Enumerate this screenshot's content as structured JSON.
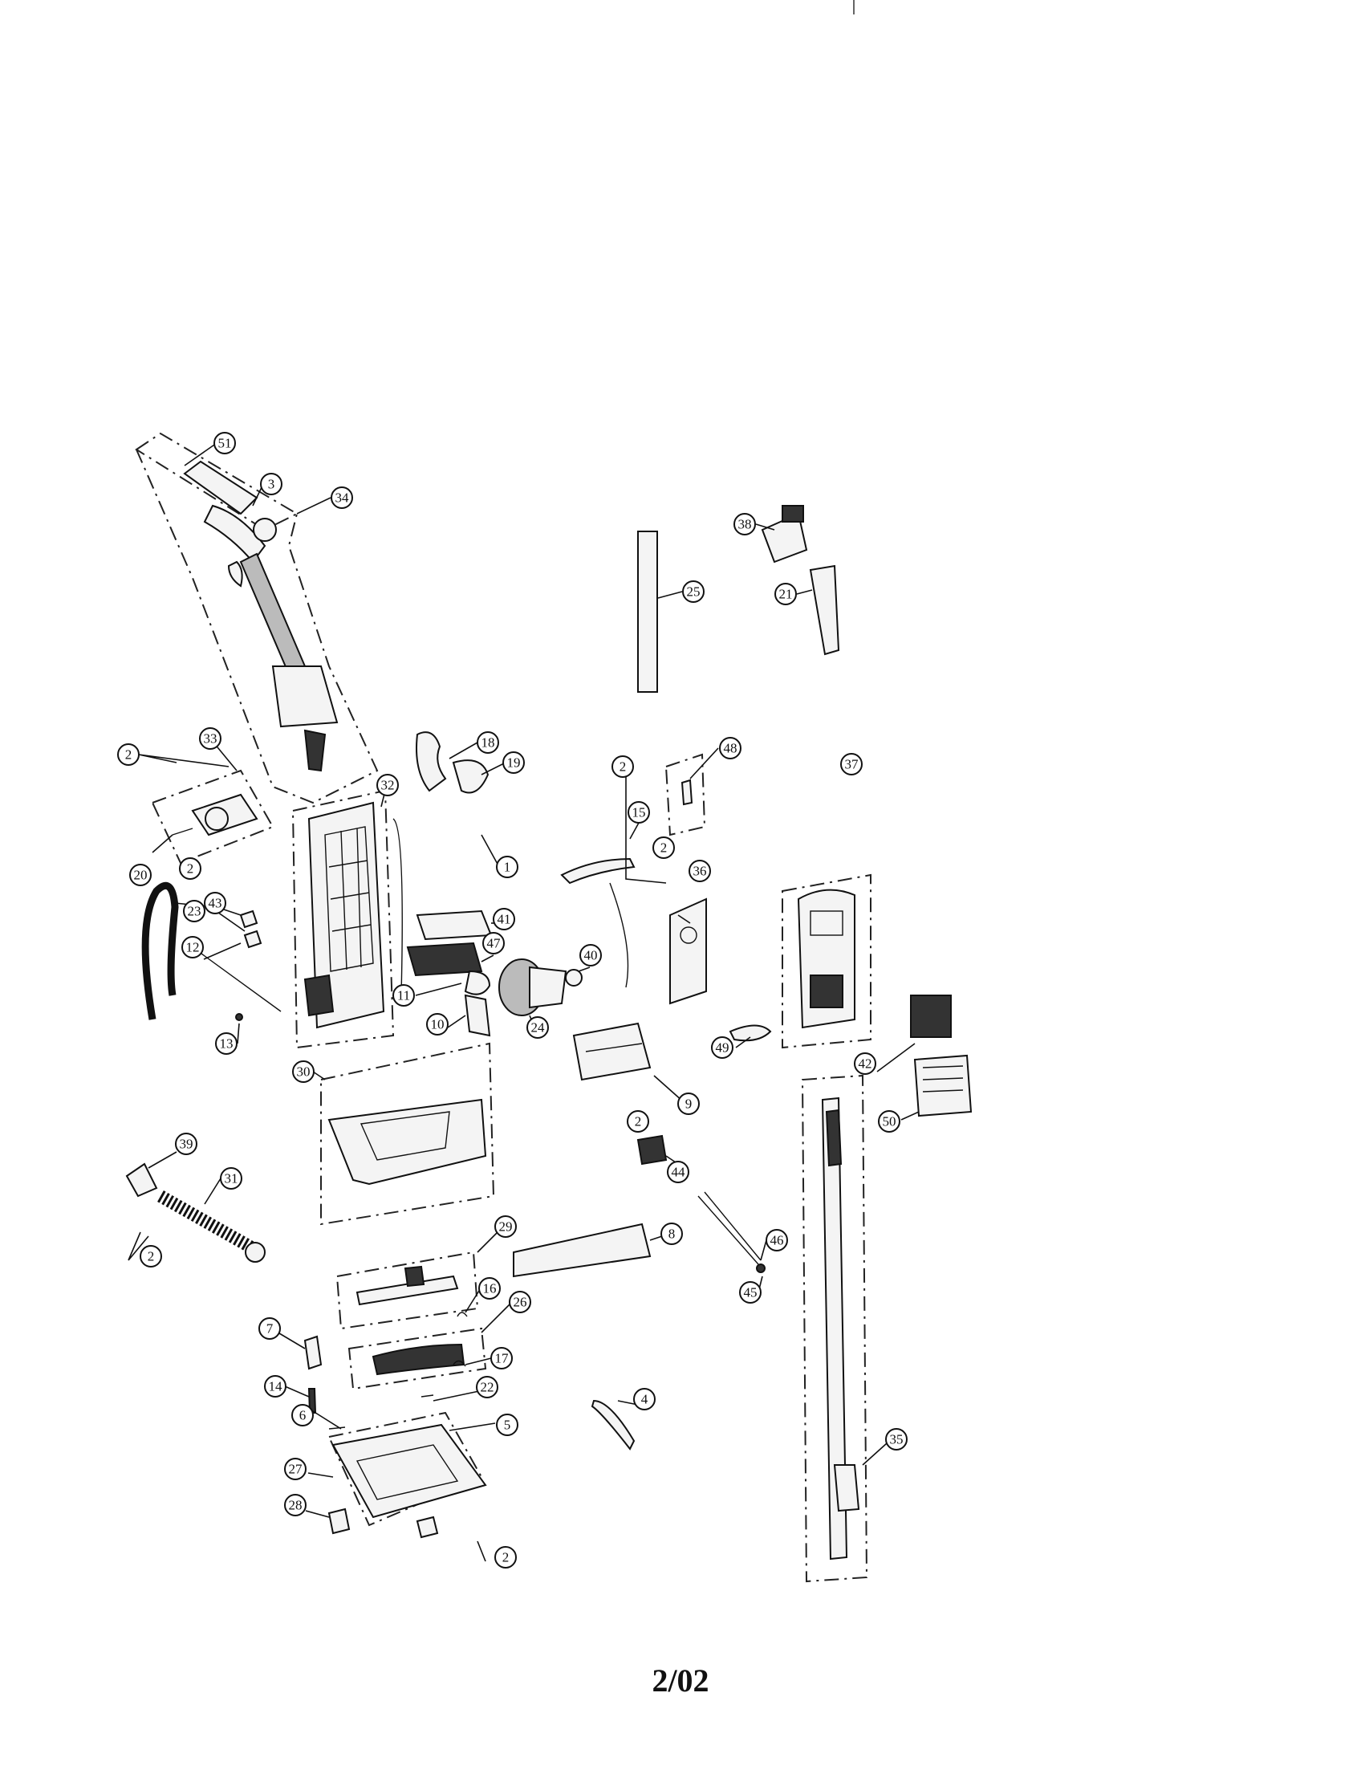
{
  "page_number": "2/02",
  "callouts": [
    "51",
    "3",
    "34",
    "38",
    "25",
    "21",
    "33",
    "2",
    "18",
    "19",
    "48",
    "37",
    "32",
    "1",
    "15",
    "20",
    "43",
    "23",
    "12",
    "41",
    "36",
    "47",
    "40",
    "11",
    "10",
    "24",
    "13",
    "49",
    "9",
    "30",
    "42",
    "50",
    "39",
    "31",
    "44",
    "29",
    "8",
    "46",
    "45",
    "16",
    "26",
    "7",
    "17",
    "14",
    "22",
    "6",
    "5",
    "4",
    "35",
    "27",
    "28"
  ]
}
